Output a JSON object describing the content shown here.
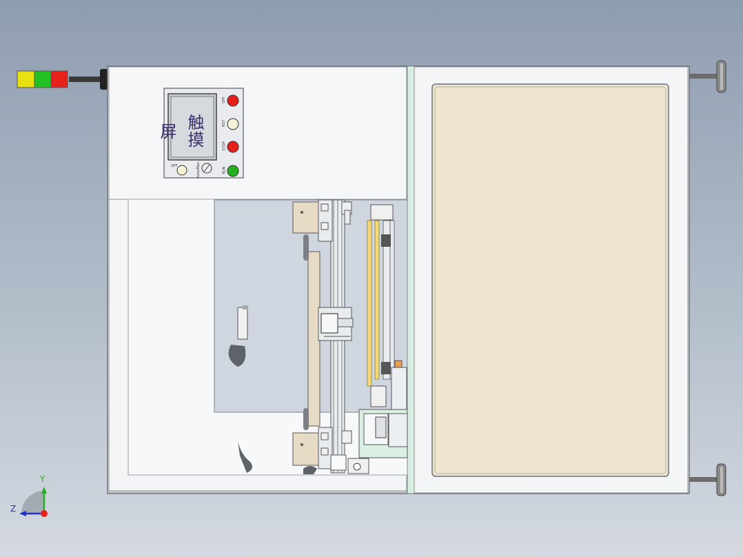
{
  "hmi": {
    "screen_label": "触摸屏",
    "buttons": [
      {
        "label": "OFF",
        "color": "#e8201a"
      },
      {
        "label": "RST",
        "color": "#f7f3d8"
      },
      {
        "label": "STOP",
        "color": "#e8201a"
      },
      {
        "label": "RUN",
        "color": "#22b022"
      }
    ],
    "bottom_left_label": "OFF",
    "bottom_mid_label": "Auto/Man"
  },
  "signal_tower": {
    "colors": [
      "#e8e010",
      "#22c022",
      "#e8201a"
    ]
  },
  "axes": {
    "y_label": "Y",
    "z_label": "Z"
  },
  "colors": {
    "frame_white": "#f4f5f6",
    "door_panel": "#efe6d2",
    "cavity_gray": "#cfd6df",
    "guard_glass": "#d9efe4",
    "carriage_beige": "#e6dcc6"
  }
}
